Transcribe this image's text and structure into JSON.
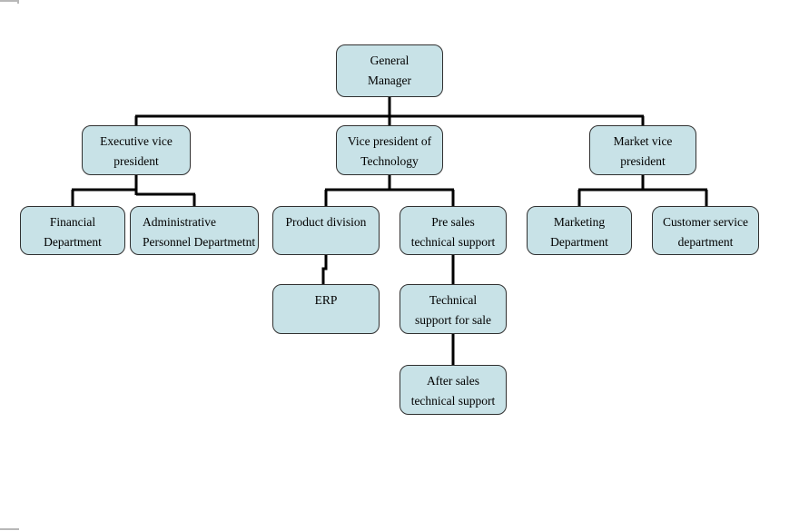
{
  "diagram": {
    "type": "org-chart",
    "background": "#ffffff",
    "colors": {
      "node_fill": "#c8e2e7",
      "node_border": "#303030",
      "connector": "#000000",
      "page_boundary_mark": "#b8b8b8"
    },
    "nodes": {
      "general_manager": {
        "line1": "General",
        "line2": "Manager"
      },
      "executive_vp": {
        "line1": "Executive vice",
        "line2": "president"
      },
      "vp_technology": {
        "line1": "Vice president of",
        "line2": "Technology"
      },
      "market_vp": {
        "line1": "Market vice",
        "line2": "president"
      },
      "financial_department": {
        "line1": "Financial",
        "line2": "Department"
      },
      "administrative_personnel": {
        "line1": "Administrative",
        "line2": "Personnel Departmetnt"
      },
      "product_division": {
        "line1": "Product division",
        "line2": ""
      },
      "pre_sales_support": {
        "line1": "Pre sales",
        "line2": "technical support"
      },
      "marketing_department": {
        "line1": "Marketing",
        "line2": "Department"
      },
      "customer_service": {
        "line1": "Customer service",
        "line2": "department"
      },
      "erp": {
        "line1": "ERP",
        "line2": ""
      },
      "technical_support_for_sale": {
        "line1": "Technical",
        "line2": "support for sale"
      },
      "after_sales_support": {
        "line1": "After sales",
        "line2": "technical support"
      }
    },
    "edges": [
      {
        "from": "general_manager",
        "to": "executive_vp"
      },
      {
        "from": "general_manager",
        "to": "vp_technology"
      },
      {
        "from": "general_manager",
        "to": "market_vp"
      },
      {
        "from": "executive_vp",
        "to": "financial_department"
      },
      {
        "from": "executive_vp",
        "to": "administrative_personnel"
      },
      {
        "from": "vp_technology",
        "to": "product_division"
      },
      {
        "from": "vp_technology",
        "to": "pre_sales_support"
      },
      {
        "from": "market_vp",
        "to": "marketing_department"
      },
      {
        "from": "market_vp",
        "to": "customer_service"
      },
      {
        "from": "product_division",
        "to": "erp"
      },
      {
        "from": "pre_sales_support",
        "to": "technical_support_for_sale"
      },
      {
        "from": "technical_support_for_sale",
        "to": "after_sales_support"
      }
    ]
  }
}
